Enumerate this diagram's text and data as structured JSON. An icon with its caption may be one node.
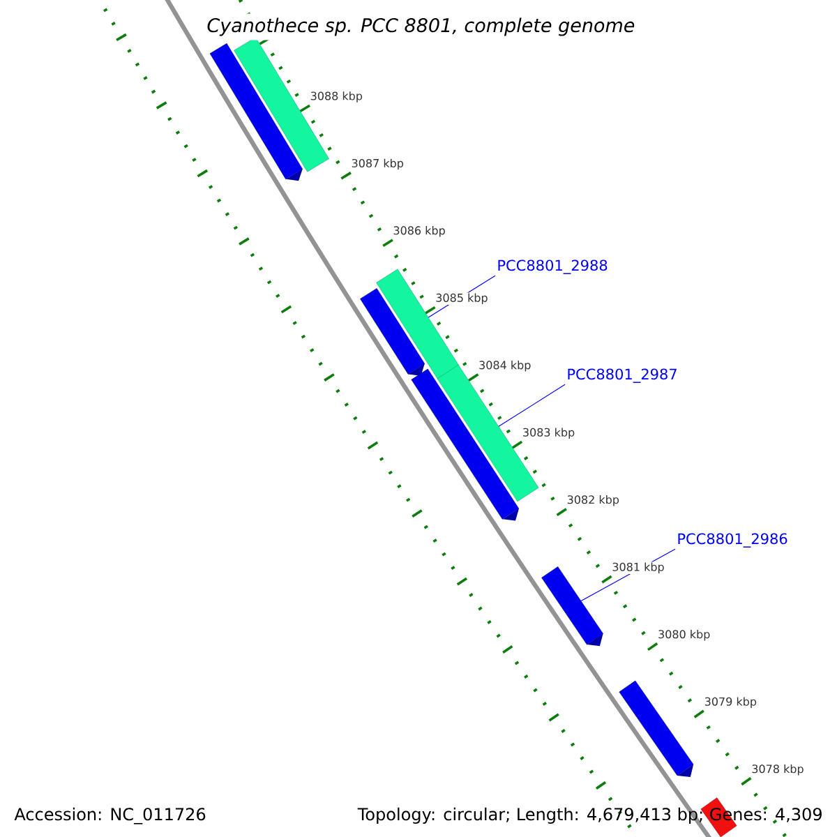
{
  "diagram": {
    "title": "Cyanothece sp. PCC 8801, complete genome",
    "nodes": [
      {
        "text": [
          "PCC8801_2988"
        ]
      },
      {
        "text": [
          "PCC8801_2987"
        ]
      },
      {
        "text": [
          "PCC8801_2986"
        ]
      },
      {
        "text": [],
        "shape": "bar"
      },
      {
        "text": [],
        "shape": "bar"
      },
      {
        "text": [],
        "shape": "bar"
      },
      {
        "text": [],
        "shape": "bar"
      },
      {
        "text": [],
        "shape": "bar"
      },
      {
        "text": [],
        "shape": "bar"
      },
      {
        "text": [],
        "shape": "bar"
      },
      {
        "text": [],
        "shape": "bar"
      },
      {
        "text": [],
        "shape": "bar"
      }
    ],
    "edges": [
      {
        "from": 0,
        "to": 6,
        "arrow": "none"
      },
      {
        "from": 1,
        "to": 7,
        "arrow": "none"
      },
      {
        "from": 2,
        "to": 9,
        "arrow": "none"
      }
    ],
    "labels": [
      "3088 kbp",
      "3087 kbp",
      "3086 kbp",
      "3085 kbp",
      "3084 kbp",
      "3083 kbp",
      "3082 kbp",
      "3081 kbp",
      "3080 kbp",
      "3079 kbp",
      "3078 kbp",
      "Accession: NC_011726",
      "Topology: circular; Length: 4,679,413 bp; Genes: 4,309"
    ]
  }
}
